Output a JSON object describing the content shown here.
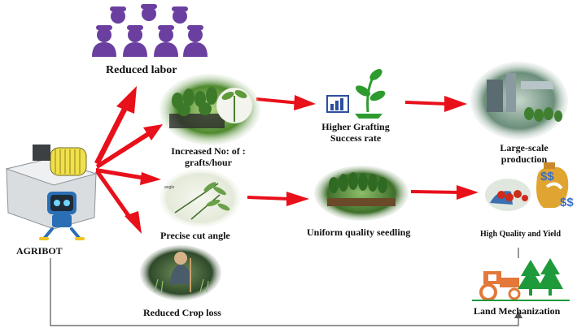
{
  "center": {
    "label": "AGRIBOT"
  },
  "nodes": {
    "reduced_labor": "Reduced labor",
    "increased_grafts_line1": "Increased No: of :",
    "increased_grafts_line2": "grafts/hour",
    "precise_cut": "Precise cut angle",
    "reduced_crop_loss": "Reduced Crop loss",
    "higher_grafting_line1": "Higher Grafting",
    "higher_grafting_line2": "Success rate",
    "uniform_seedling": "Uniform quality seedling",
    "large_scale_line1": "Large-scale",
    "large_scale_line2": "production",
    "high_quality": "High Quality and Yield",
    "land_mechanization": "Land Mechanization"
  },
  "icons": {
    "labor": "worker-group-icon",
    "grafting": "growth-chart-plant-icon",
    "money": "dollar-bag-icon",
    "mechanization": "tractor-trees-icon"
  },
  "colors": {
    "arrow": "#e8101a",
    "labor_icon": "#6a3fa0",
    "grafting_icon": "#2e9b2e",
    "chart_icon": "#2b4f9e",
    "tractor": "#e3783a",
    "tree": "#1e9a3a",
    "money_bag": "#e0a530",
    "dollar": "#3a6fc4"
  }
}
